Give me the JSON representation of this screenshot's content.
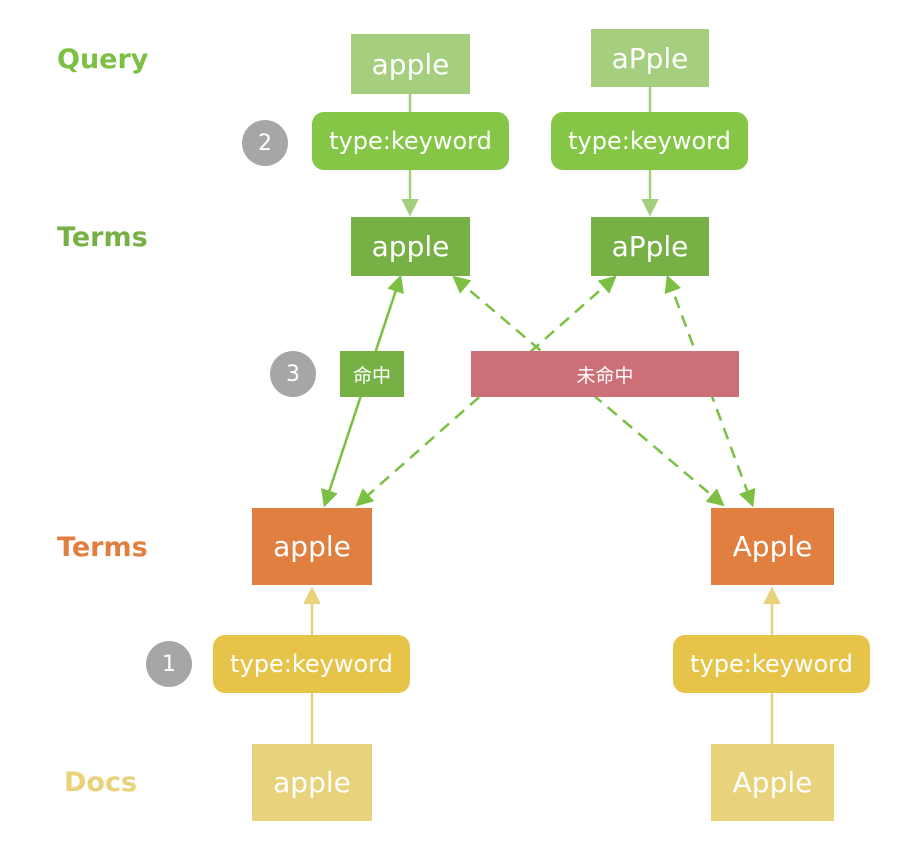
{
  "labels": {
    "query": "Query",
    "query_terms": "Terms",
    "doc_terms": "Terms",
    "docs": "Docs"
  },
  "query": {
    "left": {
      "input": "apple",
      "analyzer": "type:keyword",
      "term": "apple"
    },
    "right": {
      "input": "aPple",
      "analyzer": "type:keyword",
      "term": "aPple"
    }
  },
  "docs": {
    "left": {
      "input": "apple",
      "analyzer": "type:keyword",
      "term": "apple"
    },
    "right": {
      "input": "Apple",
      "analyzer": "type:keyword",
      "term": "Apple"
    }
  },
  "steps": {
    "one": "1",
    "two": "2",
    "three": "3"
  },
  "match": {
    "hit": "命中",
    "miss": "未命中"
  },
  "colors": {
    "query_label": "#7bbf43",
    "query_input": "#a5cf7e",
    "query_analyzer": "#85c646",
    "query_term": "#77b145",
    "doc_label": "#e07f40",
    "doc_term": "#e07f40",
    "doc_analyzer": "#e6c44a",
    "doc_input": "#e8d27a",
    "docs_label": "#e8d27a",
    "step_circle": "#a6a6a6",
    "hit_tag": "#77b145",
    "miss_tag": "#cd6f76",
    "hit_line": "#7bbf43",
    "miss_line": "#7bbf43"
  }
}
